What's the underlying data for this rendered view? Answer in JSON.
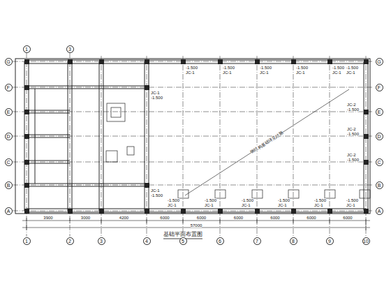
{
  "diagram": {
    "caption": "基础平面布置图",
    "nodes": [
      {
        "text": [
          "1"
        ]
      },
      {
        "text": [
          "2"
        ]
      },
      {
        "text": [
          "3"
        ]
      },
      {
        "text": [
          "4"
        ]
      },
      {
        "text": [
          "5"
        ]
      },
      {
        "text": [
          "6"
        ]
      },
      {
        "text": [
          "7"
        ]
      },
      {
        "text": [
          "8"
        ]
      },
      {
        "text": [
          "9"
        ]
      },
      {
        "text": [
          "10"
        ]
      },
      {
        "text": [
          "A"
        ]
      },
      {
        "text": [
          "B"
        ]
      },
      {
        "text": [
          "C"
        ]
      },
      {
        "text": [
          "D"
        ]
      },
      {
        "text": [
          "E"
        ]
      },
      {
        "text": [
          "F"
        ]
      },
      {
        "text": [
          "G"
        ]
      },
      {
        "text": [
          "A"
        ]
      },
      {
        "text": [
          "B"
        ]
      },
      {
        "text": [
          "C"
        ]
      },
      {
        "text": [
          "D"
        ]
      },
      {
        "text": [
          "E"
        ]
      },
      {
        "text": [
          "F"
        ]
      },
      {
        "text": [
          "G"
        ]
      },
      {
        "text": [
          "1"
        ]
      },
      {
        "text": [
          "3"
        ]
      }
    ],
    "edges": [],
    "labels": [
      "-1.500",
      "JC-1",
      "-1.500",
      "JC-1",
      "-1.500",
      "JC-1",
      "-1.500",
      "JC-1",
      "-1.500",
      "JC-1",
      "-1.500",
      "JC-1",
      "-1.500",
      "JC-1",
      "-1.500",
      "JC-1",
      "-1.500",
      "JC-1",
      "-1.500",
      "JC-1",
      "-1.500",
      "JC-1",
      "-1.500",
      "JC-1",
      "JC-2",
      "-1.500",
      "JC-2",
      "-1.500",
      "JC-2",
      "-1.500",
      "JC-1",
      "-1.500",
      "JC-1",
      "-1.500",
      "钢结构基础详见结施",
      "3900",
      "3000",
      "4200",
      "6000",
      "6000",
      "6000",
      "6000",
      "6000",
      "6000",
      "57000"
    ]
  }
}
